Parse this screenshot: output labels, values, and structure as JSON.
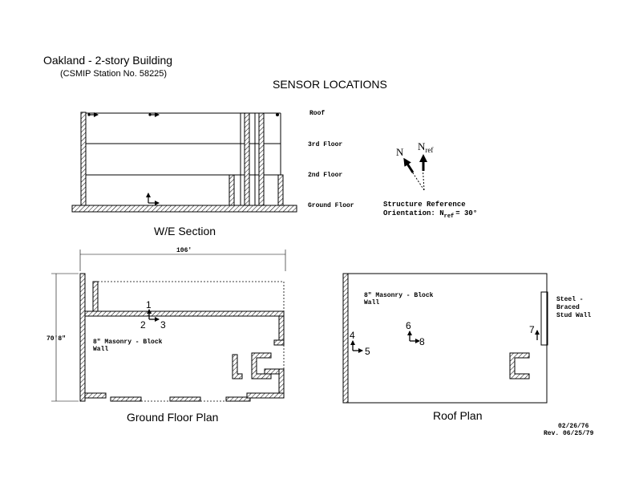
{
  "title": {
    "main": "Oakland - 2-story Building",
    "station": "(CSMIP Station No. 58225)",
    "heading": "SENSOR LOCATIONS"
  },
  "section": {
    "caption": "W/E Section",
    "levels": [
      "Roof",
      "3rd Floor",
      "2nd Floor",
      "Ground Floor"
    ]
  },
  "orientation": {
    "north": "N",
    "nref_base": "N",
    "nref_sub": "ref",
    "label_line1": "Structure Reference",
    "label_line2_prefix": "Orientation: N",
    "label_line2_sub": "ref",
    "label_line2_suffix": "= 30°"
  },
  "ground_plan": {
    "caption": "Ground Floor Plan",
    "width_dim": "106'",
    "height_dim": "70'8\"",
    "wall_note_1": "8\" Masonry - Block",
    "wall_note_2": "Wall",
    "sensors": [
      "1",
      "2",
      "3"
    ]
  },
  "roof_plan": {
    "caption": "Roof Plan",
    "wall_note_1": "8\" Masonry - Block",
    "wall_note_2": "Wall",
    "steel_note_1": "Steel -",
    "steel_note_2": "Braced",
    "steel_note_3": "Stud Wall",
    "sensors": [
      "4",
      "5",
      "6",
      "8",
      "7"
    ]
  },
  "dates": {
    "original": "02/26/76",
    "revised": "Rev. 06/25/79"
  }
}
